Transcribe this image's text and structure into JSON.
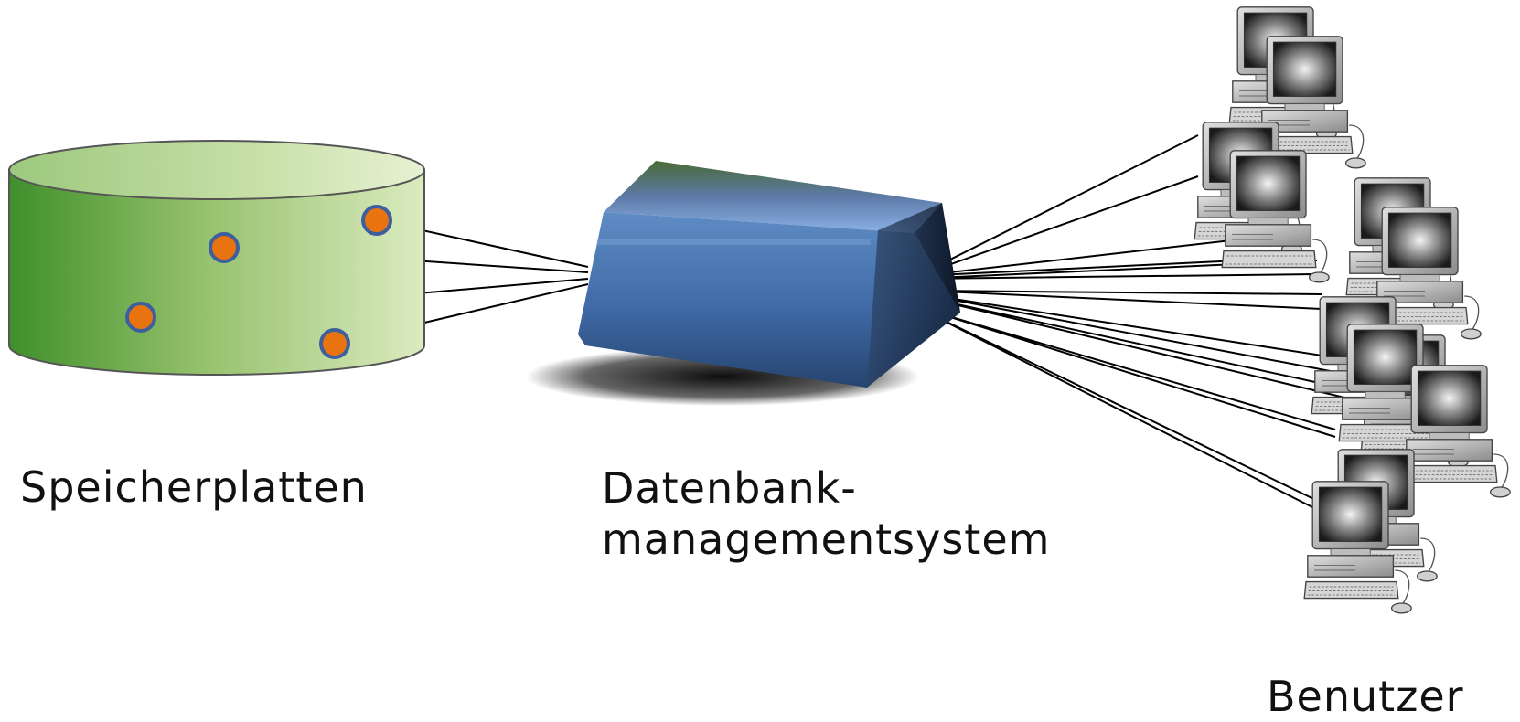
{
  "labels": {
    "storage": "Speicherplatten",
    "dbms_line1": "Datenbank-",
    "dbms_line2": "managementsystem",
    "users": "Benutzer"
  },
  "colors": {
    "disk_dark": "#3f8f2c",
    "disk_light": "#dcebc0",
    "disk_dot_fill": "#e8730f",
    "disk_dot_ring": "#3d5f9e",
    "dbms_box": "#3f6aa6",
    "dbms_dark": "#14243c",
    "connection_line": "#000000"
  },
  "icons": {
    "disk": "database-cylinder-icon",
    "dbms": "server-box-icon",
    "user": "desktop-computer-icon"
  },
  "counts": {
    "disk_points": 4,
    "user_computers": 12
  }
}
